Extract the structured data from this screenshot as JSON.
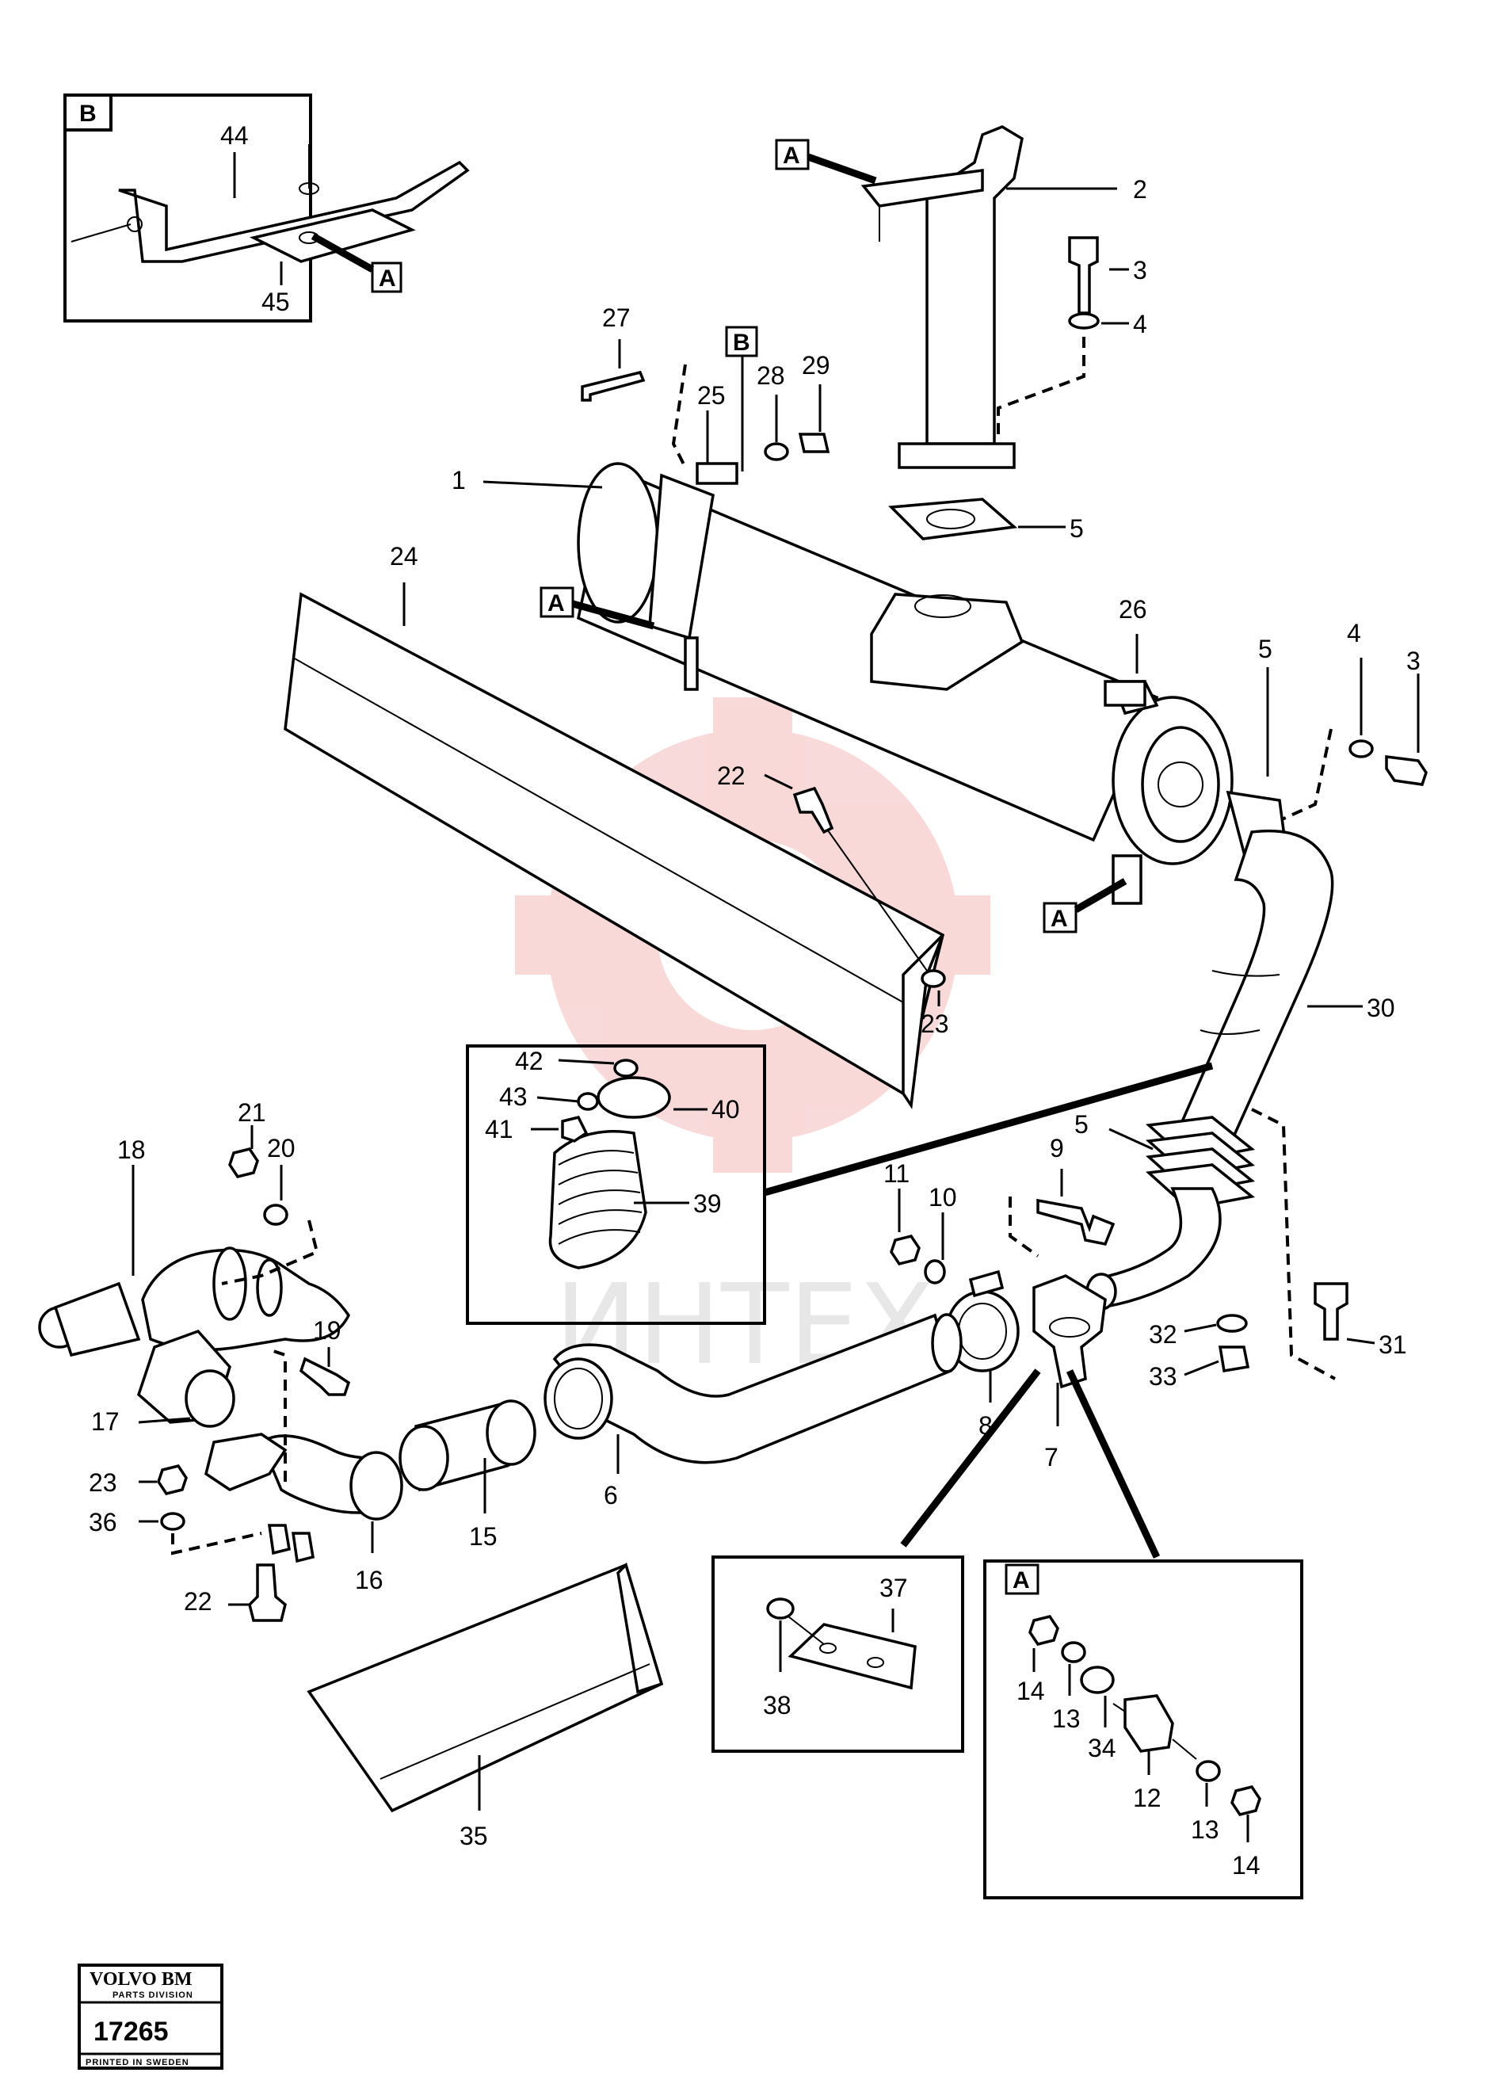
{
  "diagram": {
    "watermark_text": "ИНТЕХ",
    "brand": {
      "title": "VOLVO BM",
      "subtitle": "PARTS DIVISION",
      "number": "17265",
      "footer": "PRINTED IN SWEDEN"
    },
    "inset_b": {
      "tag": "B",
      "tag_a": "A",
      "labels": [
        "44",
        "45"
      ]
    },
    "inset_37": {
      "labels": [
        "37",
        "38"
      ]
    },
    "inset_a": {
      "tag": "A",
      "labels": [
        "14",
        "13",
        "34",
        "12",
        "13",
        "14"
      ]
    },
    "callouts": {
      "A": "A",
      "B": "B",
      "n1": "1",
      "n2": "2",
      "n3": "3",
      "n4": "4",
      "n5": "5",
      "n6": "6",
      "n7": "7",
      "n8": "8",
      "n9": "9",
      "n10": "10",
      "n11": "11",
      "n15": "15",
      "n16": "16",
      "n17": "17",
      "n18": "18",
      "n19": "19",
      "n20": "20",
      "n21": "21",
      "n22": "22",
      "n23": "23",
      "n24": "24",
      "n25": "25",
      "n26": "26",
      "n27": "27",
      "n28": "28",
      "n29": "29",
      "n30": "30",
      "n31": "31",
      "n32": "32",
      "n33": "33",
      "n35": "35",
      "n36": "36",
      "n39": "39",
      "n40": "40",
      "n41": "41",
      "n42": "42",
      "n43": "43"
    }
  }
}
